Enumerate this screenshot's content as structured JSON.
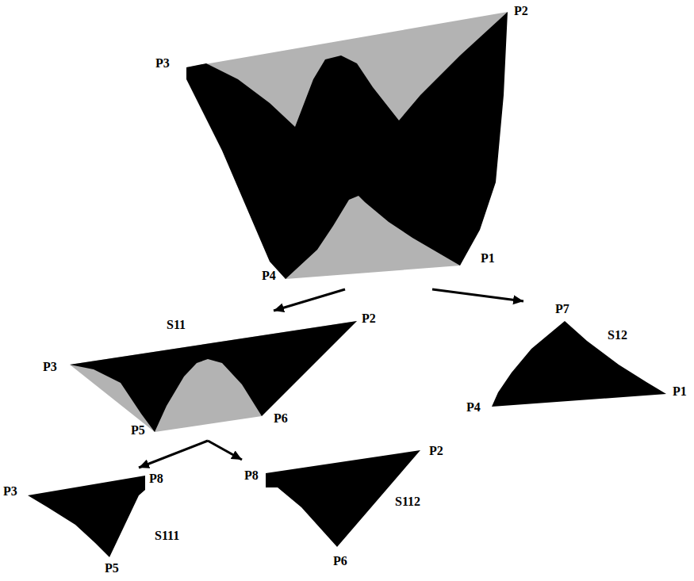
{
  "diagram": {
    "nodes": [
      {
        "text": [
          "P3",
          "P2",
          "P4",
          "P1"
        ]
      },
      {
        "text": [
          "S11",
          "P2",
          "P3",
          "P5",
          "P6"
        ]
      },
      {
        "text": [
          "P7",
          "S12",
          "P4",
          "P1"
        ]
      },
      {
        "text": [
          "P3",
          "P8",
          "S111",
          "P5"
        ]
      },
      {
        "text": [
          "P8",
          "P2",
          "S112",
          "P6"
        ]
      }
    ],
    "edges": [
      {
        "from": 0,
        "to": 1,
        "arrow": "to"
      },
      {
        "from": 0,
        "to": 2,
        "arrow": "to"
      },
      {
        "from": 1,
        "to": 3,
        "arrow": "to"
      },
      {
        "from": 1,
        "to": 4,
        "arrow": "to"
      }
    ]
  }
}
